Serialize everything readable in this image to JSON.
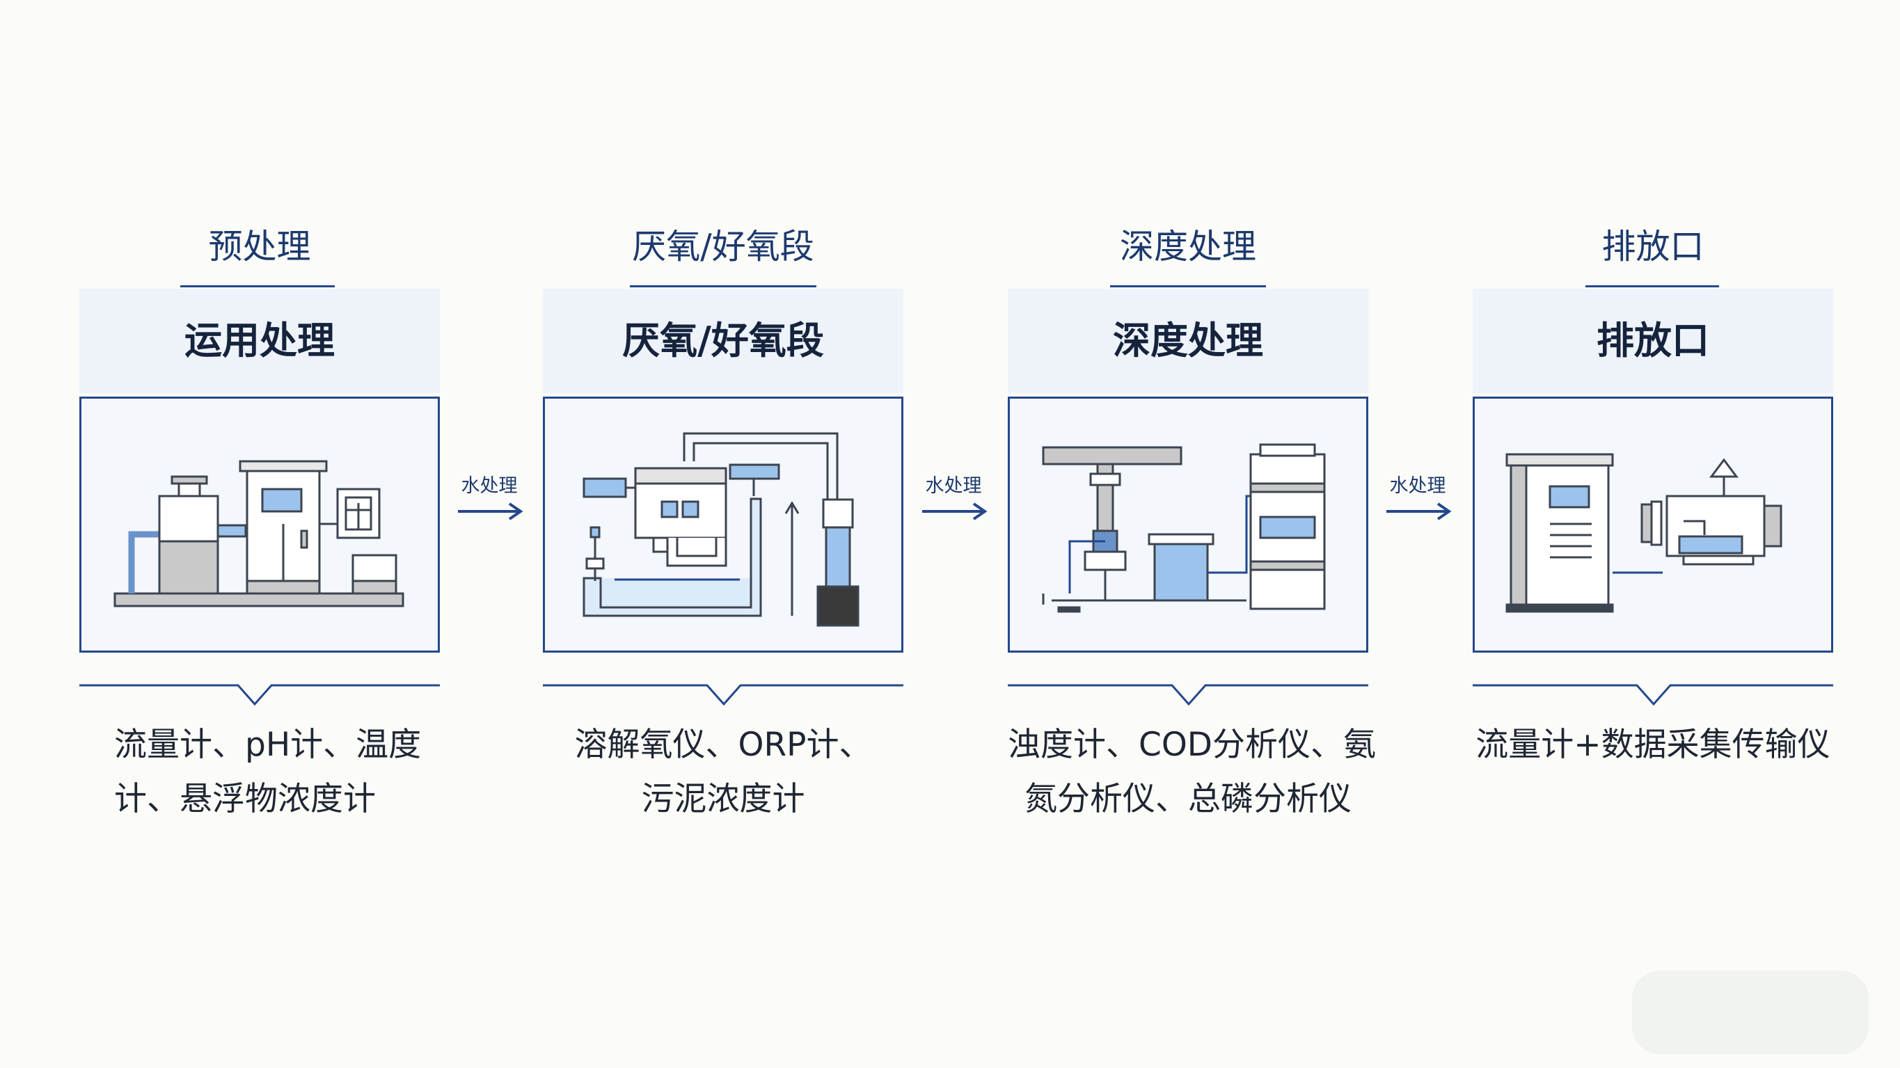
{
  "columns": [
    {
      "title": "预处理",
      "band": "运用处理",
      "desc_lines": [
        "流量计、pH计、温度",
        "计、悬浮物浓度计"
      ],
      "desc_align": "left"
    },
    {
      "title": "厌氧/好氧段",
      "band": "厌氧/好氧段",
      "desc_lines": [
        "溶解氧仪、ORP计、",
        "污泥浓度计"
      ],
      "desc_align": "center"
    },
    {
      "title": "深度处理",
      "band": "深度处理",
      "desc_lines": [
        "浊度计、COD分析仪、氨",
        "氮分析仪、总磷分析仪"
      ],
      "desc_align": "center"
    },
    {
      "title": "排放口",
      "band": "排放口",
      "desc_lines": [
        "流量计+数据采集传输仪"
      ],
      "desc_align": "center"
    }
  ],
  "connectors": [
    {
      "label": "水处理"
    },
    {
      "label": "水处理"
    },
    {
      "label": "水处理"
    }
  ],
  "icons": [
    "pretreatment-equipment-icon",
    "anaerobic-aerobic-piping-icon",
    "advanced-treatment-equipment-icon",
    "discharge-outlet-icon"
  ],
  "colors": {
    "navy": "#24488f",
    "light_blue": "#9cc3ec",
    "panel_bg": "#f4f7fb",
    "band_bg": "#eef3fa",
    "gray": "#c9c9c9",
    "dark": "#3a3a3a"
  }
}
